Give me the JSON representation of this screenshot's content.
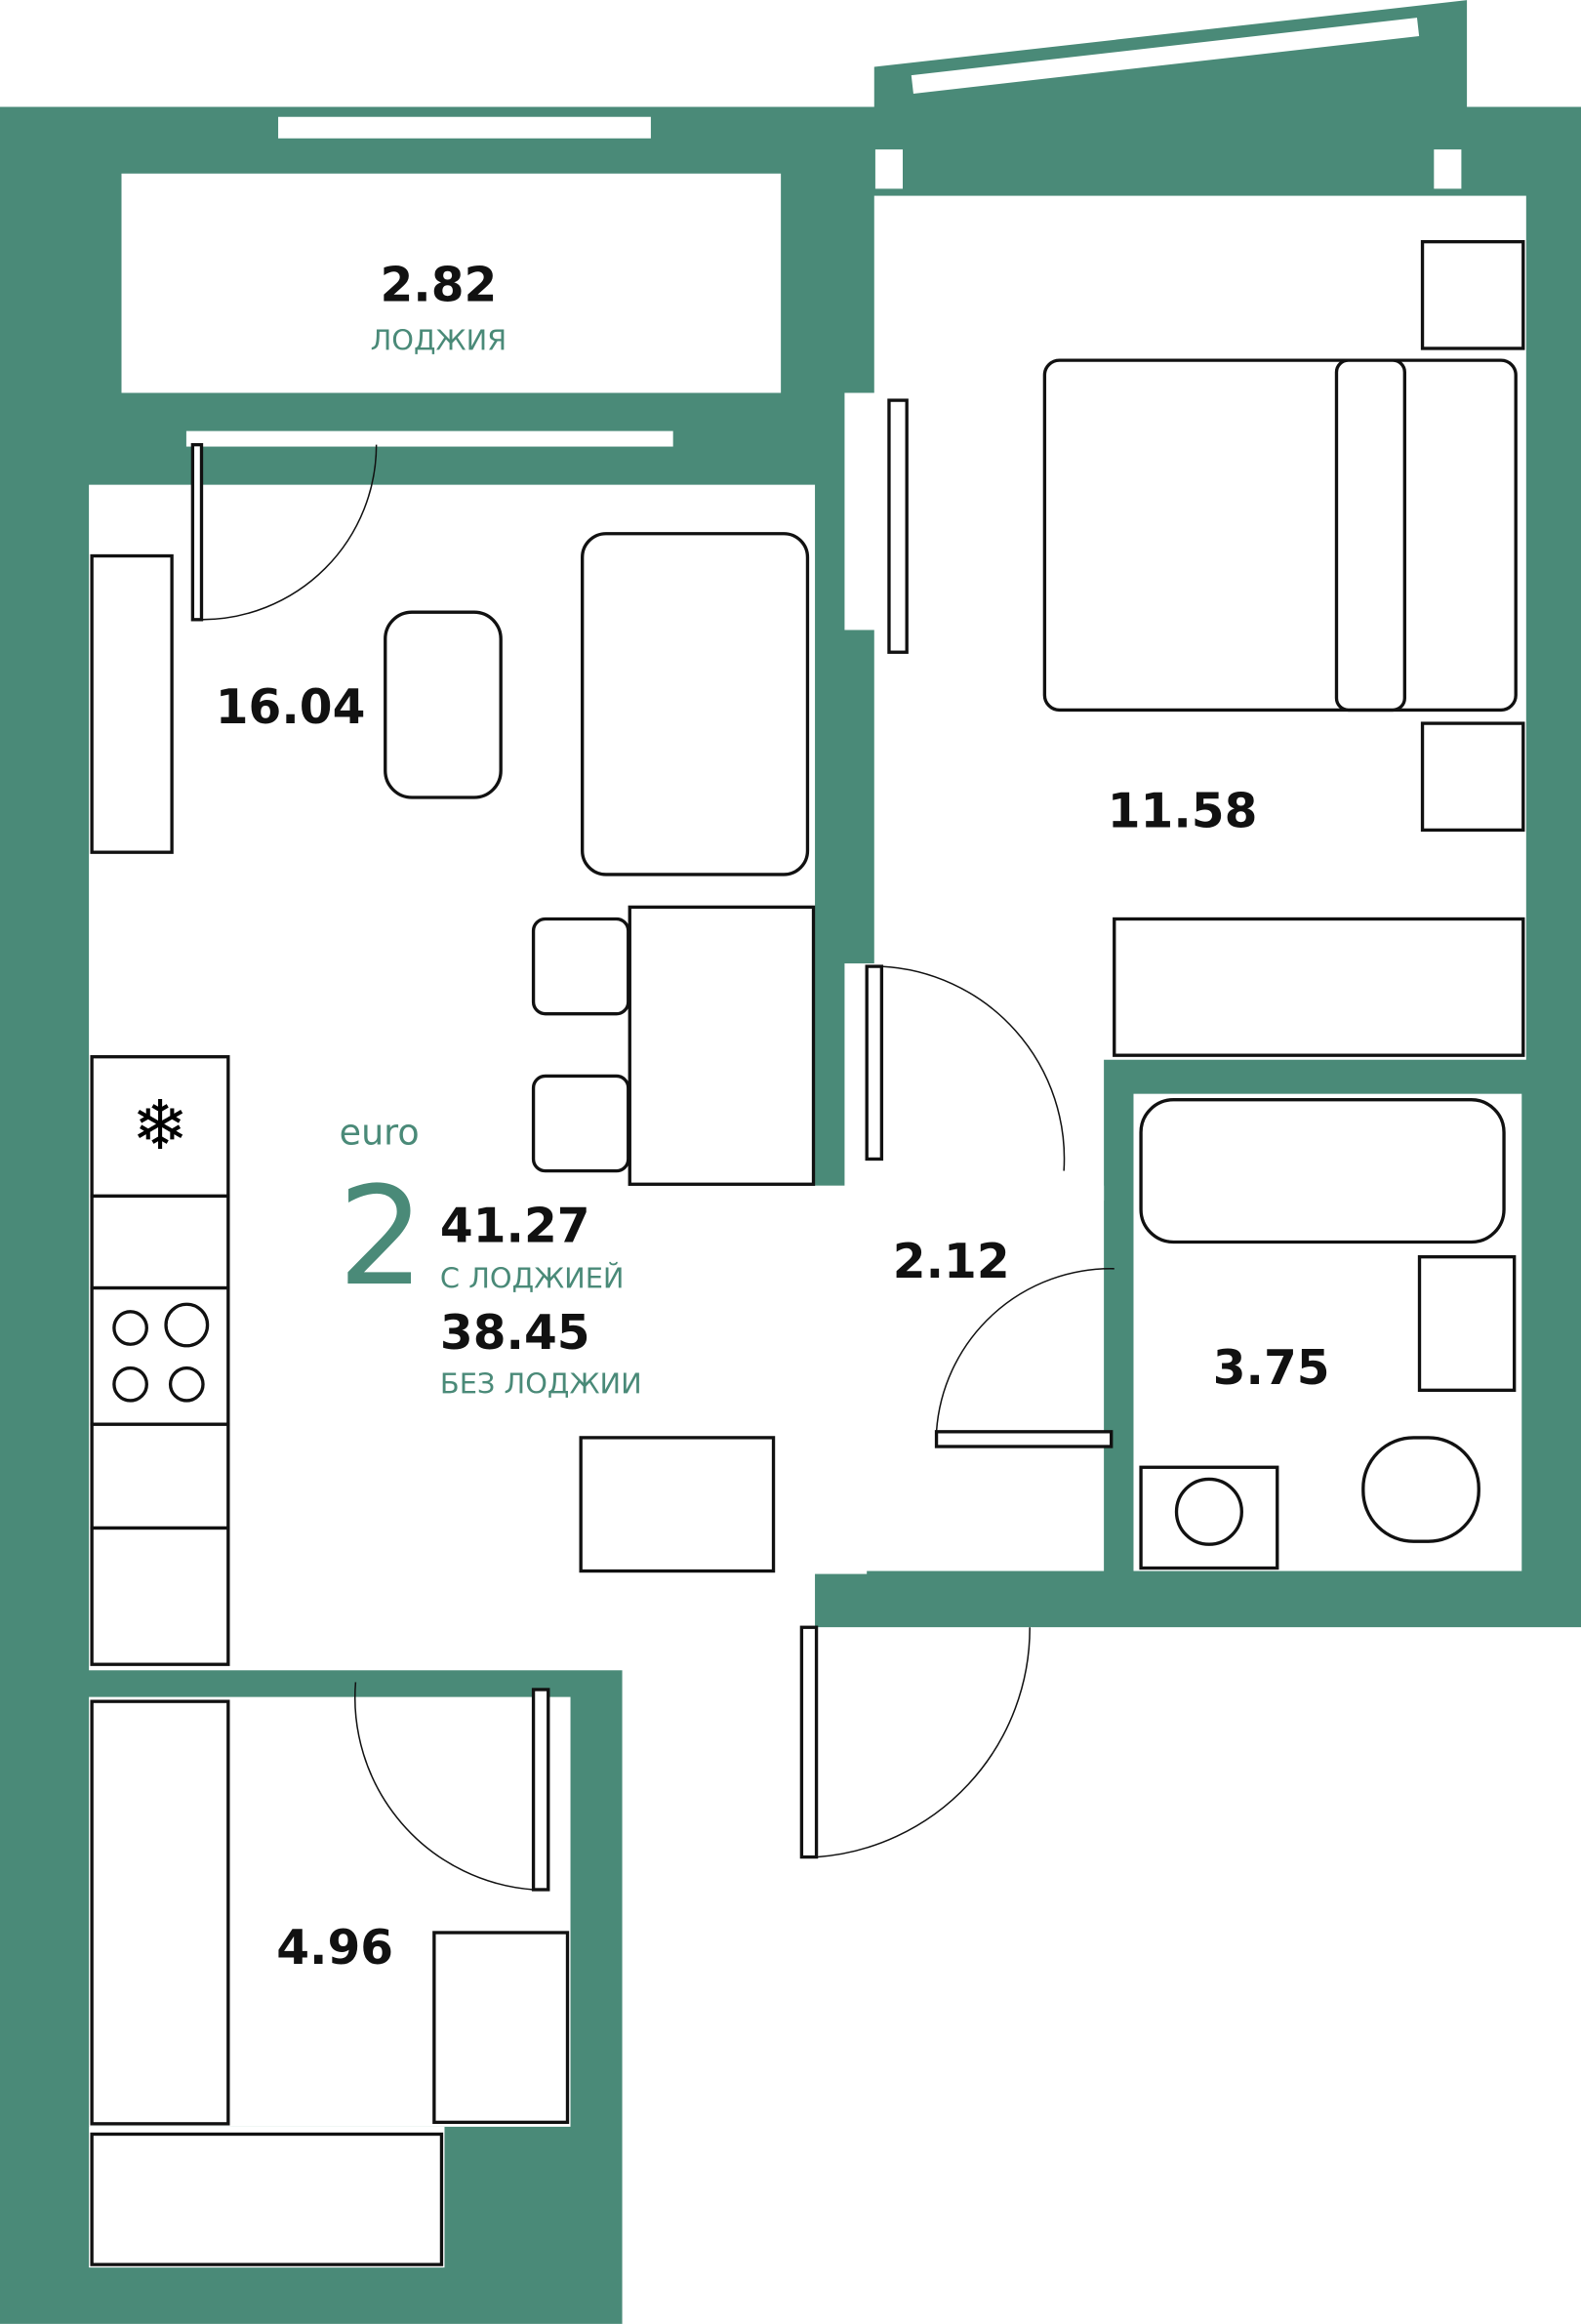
{
  "colors": {
    "wall": "#4a8a78",
    "line": "#111111"
  },
  "rooms": {
    "loggia": {
      "area": "2.82",
      "label": "ЛОДЖИЯ"
    },
    "living": {
      "area": "16.04"
    },
    "bedroom": {
      "area": "11.58"
    },
    "hall": {
      "area": "2.12"
    },
    "bathroom": {
      "area": "3.75"
    },
    "entry": {
      "area": "4.96"
    }
  },
  "summary": {
    "type": "euro",
    "rooms": "2",
    "area_with_loggia": "41.27",
    "with_loggia_label": "С ЛОДЖИЕЙ",
    "area_without_loggia": "38.45",
    "without_loggia_label": "БЕЗ ЛОДЖИИ"
  }
}
